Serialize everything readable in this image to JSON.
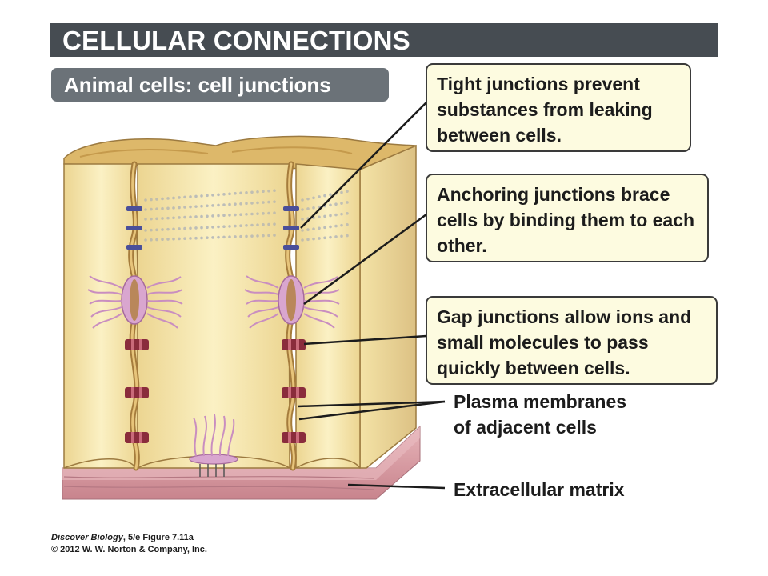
{
  "header": {
    "title": "CELLULAR CONNECTIONS",
    "subtitle": "Animal cells: cell junctions"
  },
  "callouts": {
    "tight": "Tight junctions prevent substances from leaking between cells.",
    "anchoring": "Anchoring junctions brace cells by binding them to each other.",
    "gap": "Gap junctions allow ions and small molecules to pass quickly between cells."
  },
  "labels": {
    "plasma": "Plasma membranes of adjacent cells",
    "ecm": "Extracellular matrix"
  },
  "credit": {
    "book": "Discover Biology",
    "figure": ", 5/e  Figure 7.11a",
    "copyright": "© 2012 W. W. Norton & Company, Inc."
  },
  "colors": {
    "title_bar": "#464c52",
    "subtitle_pill": "#6b7278",
    "callout_fill": "#fdfbe0",
    "cell_fill": "#f3e3a6",
    "membrane": "#a57c3c",
    "tight_junction": "#4a4f9a",
    "gap_junction": "#8a2c3c",
    "anchoring_junction": "#c98ec0",
    "matrix": "#d9a0a8"
  }
}
